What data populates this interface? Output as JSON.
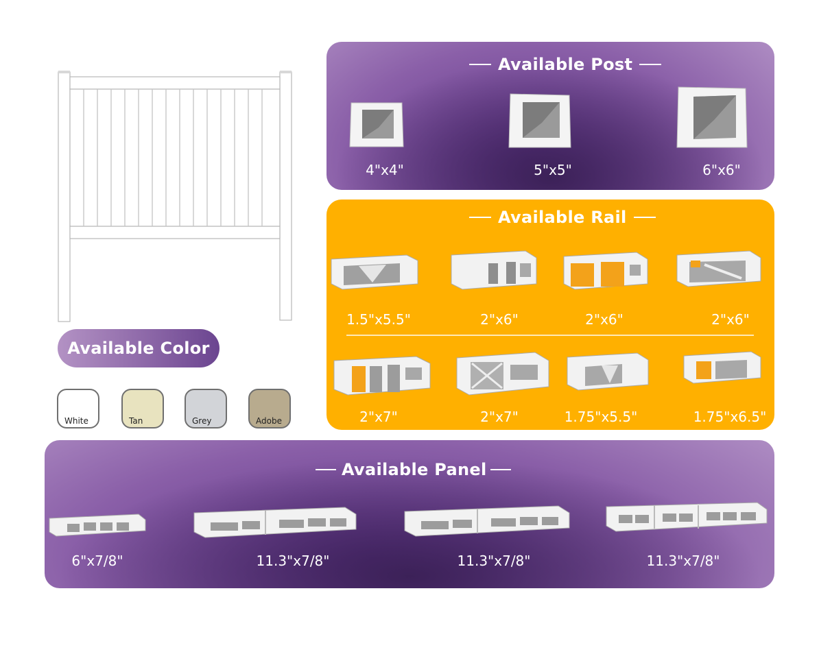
{
  "color_section": {
    "title": "Available Color",
    "swatches": [
      {
        "name": "White",
        "color": "#ffffff"
      },
      {
        "name": "Tan",
        "color": "#e8e3bf"
      },
      {
        "name": "Grey",
        "color": "#d2d4d8"
      },
      {
        "name": "Adobe",
        "color": "#b8ab8e"
      }
    ]
  },
  "post_section": {
    "title": "Available Post",
    "background": "#7b4f9e",
    "items": [
      {
        "label": "4\"x4\""
      },
      {
        "label": "5\"x5\""
      },
      {
        "label": "6\"x6\""
      }
    ]
  },
  "rail_section": {
    "title": "Available Rail",
    "background": "#ffb000",
    "row1": [
      {
        "label": "1.5\"x5.5\""
      },
      {
        "label": "2\"x6\""
      },
      {
        "label": "2\"x6\""
      },
      {
        "label": "2\"x6\""
      }
    ],
    "row2": [
      {
        "label": "2\"x7\""
      },
      {
        "label": "2\"x7\""
      },
      {
        "label": "1.75\"x5.5\""
      },
      {
        "label": "1.75\"x6.5\""
      }
    ]
  },
  "panel_section": {
    "title": "Available Panel",
    "items": [
      {
        "label": "6\"x7/8\""
      },
      {
        "label": "11.3\"x7/8\""
      },
      {
        "label": "11.3\"x7/8\""
      },
      {
        "label": "11.3\"x7/8\""
      }
    ]
  }
}
